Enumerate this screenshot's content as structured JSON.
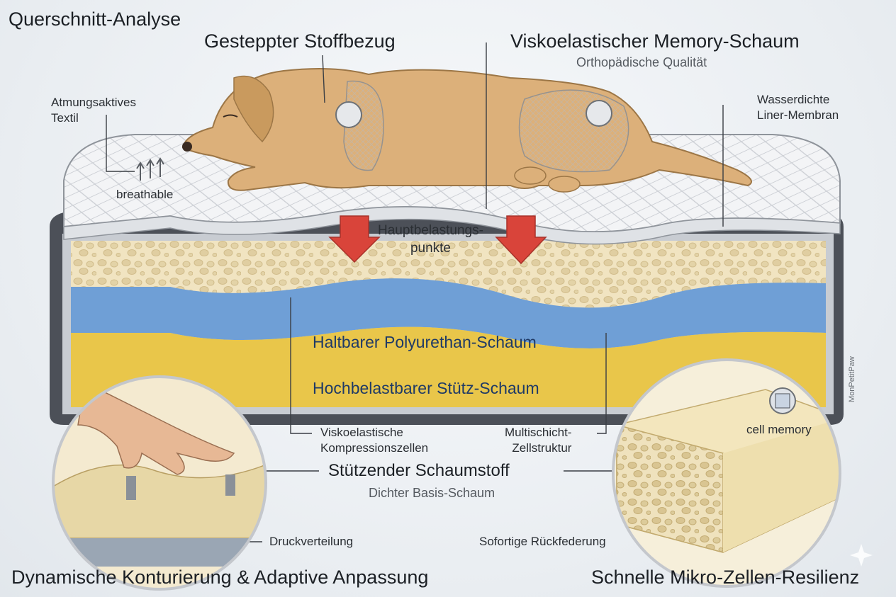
{
  "title": "Querschnitt-Analyse",
  "labels": {
    "cover": "Gesteppter Stoffbezug",
    "memory_foam": "Viskoelastischer Memory-Schaum",
    "memory_foam_sub": "Orthopädische Qualität",
    "breathable_textile": "Atmungsaktives\nTextil",
    "breathable_tag": "breathable",
    "liner": "Wasserdichte\nLiner-Membran",
    "pressure_points": "Hauptbelastungs-\npunkte",
    "polyurethane": "Haltbarer Polyurethan-Schaum",
    "support_layer": "Hochbelastbarer Stütz-Schaum",
    "compression_cells": "Viskoelastische\nKompressionszellen",
    "multilayer": "Multischicht-\nZellstruktur",
    "support_foam": "Stützender Schaumstoff",
    "support_foam_sub": "Dichter Basis-Schaum",
    "cell_memory": "cell memory",
    "pressure_distribution": "Druckverteilung",
    "rebound": "Sofortige Rückfederung",
    "left_caption": "Dynamische Konturierung & Adaptive Anpassung",
    "right_caption": "Schnelle Mikro-Zellen-Resilienz",
    "watermark": "MonPetitPaw"
  },
  "colors": {
    "memory_foam": "#efe2bd",
    "polyurethane": "#6f9fd6",
    "support": "#e9c64a",
    "arrow": "#d9443a",
    "dog": "#dcb07a"
  }
}
